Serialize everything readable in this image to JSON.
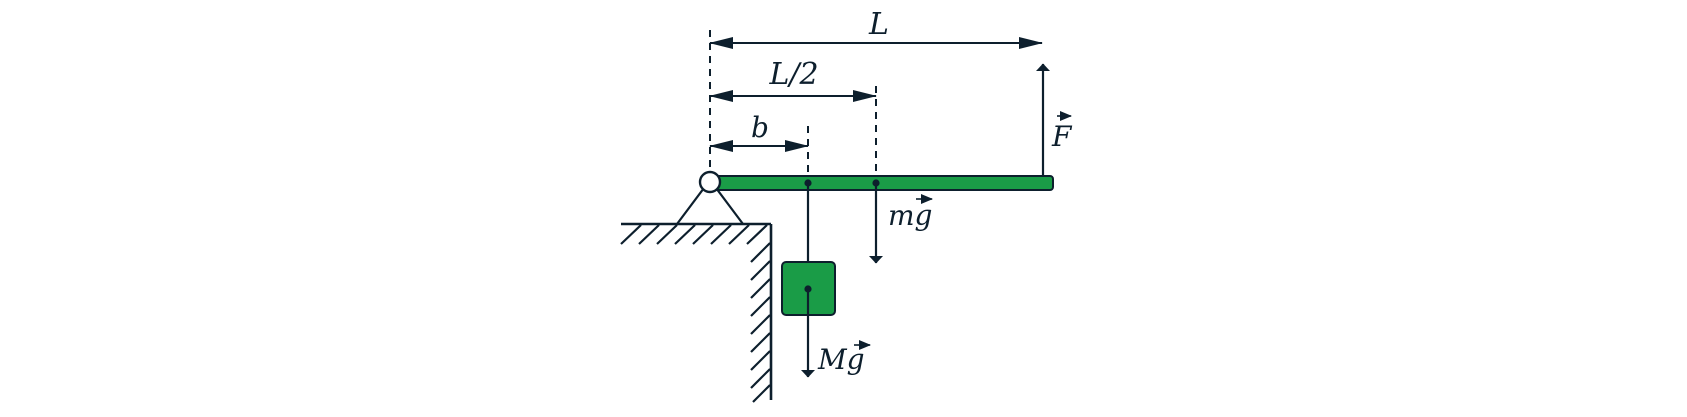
{
  "labels": {
    "length_full": "L",
    "length_half": "L/2",
    "offset_b": "b",
    "force": "F",
    "rod_weight": "mg",
    "mass_weight": "Mg"
  },
  "colors": {
    "ink": "#0d1f2d",
    "body_fill": "#1a9c47"
  }
}
